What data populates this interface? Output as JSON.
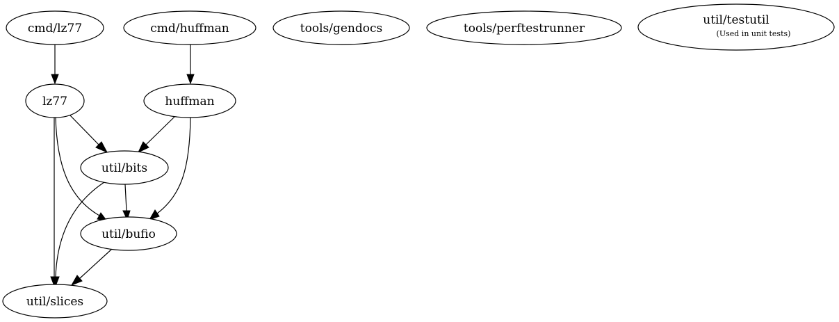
{
  "nodes": {
    "cmd_lz77": {
      "label": "cmd/lz77"
    },
    "cmd_huffman": {
      "label": "cmd/huffman"
    },
    "tools_gendocs": {
      "label": "tools/gendocs"
    },
    "tools_perftestrunner": {
      "label": "tools/perftestrunner"
    },
    "util_testutil": {
      "label": "util/testutil",
      "note": "(Used in unit tests)"
    },
    "lz77": {
      "label": "lz77"
    },
    "huffman": {
      "label": "huffman"
    },
    "util_bits": {
      "label": "util/bits"
    },
    "util_bufio": {
      "label": "util/bufio"
    },
    "util_slices": {
      "label": "util/slices"
    }
  },
  "edges": [
    {
      "from": "cmd/lz77",
      "to": "lz77"
    },
    {
      "from": "cmd/huffman",
      "to": "huffman"
    },
    {
      "from": "lz77",
      "to": "util/bits"
    },
    {
      "from": "lz77",
      "to": "util/bufio"
    },
    {
      "from": "lz77",
      "to": "util/slices"
    },
    {
      "from": "huffman",
      "to": "util/bits"
    },
    {
      "from": "huffman",
      "to": "util/bufio"
    },
    {
      "from": "util/bits",
      "to": "util/bufio"
    },
    {
      "from": "util/bits",
      "to": "util/slices"
    },
    {
      "from": "util/bufio",
      "to": "util/slices"
    }
  ]
}
